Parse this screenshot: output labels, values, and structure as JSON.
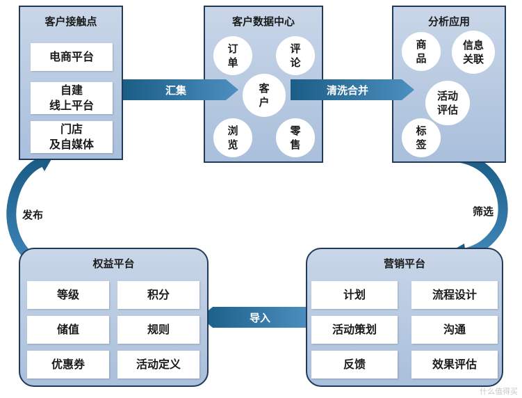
{
  "touchpoints": {
    "title": "客户接触点",
    "items": [
      "电商平台",
      "自建\n线上平台",
      "门店\n及自媒体"
    ]
  },
  "data_center": {
    "title": "客户数据中心",
    "center": "客户",
    "satellites": [
      "订单",
      "评论",
      "浏览",
      "零售"
    ]
  },
  "analysis": {
    "title": "分析应用",
    "items": [
      "商品",
      "信息\n关联",
      "活动\n评估",
      "标签"
    ]
  },
  "rights": {
    "title": "权益平台",
    "items": [
      "等级",
      "积分",
      "储值",
      "规则",
      "优惠券",
      "活动定义"
    ]
  },
  "marketing": {
    "title": "营销平台",
    "items": [
      "计划",
      "流程设计",
      "活动策划",
      "沟通",
      "反馈",
      "效果评估"
    ]
  },
  "flows": {
    "collect": "汇集",
    "clean": "清洗合并",
    "filter": "筛选",
    "import": "导入",
    "publish": "发布"
  },
  "watermark": "什么值得买",
  "colors": {
    "panel": "#b9cbe2",
    "panel_border": "#1f3a5a",
    "arrow_dark": "#1a5d86",
    "arrow_light": "#4d8fbf"
  }
}
